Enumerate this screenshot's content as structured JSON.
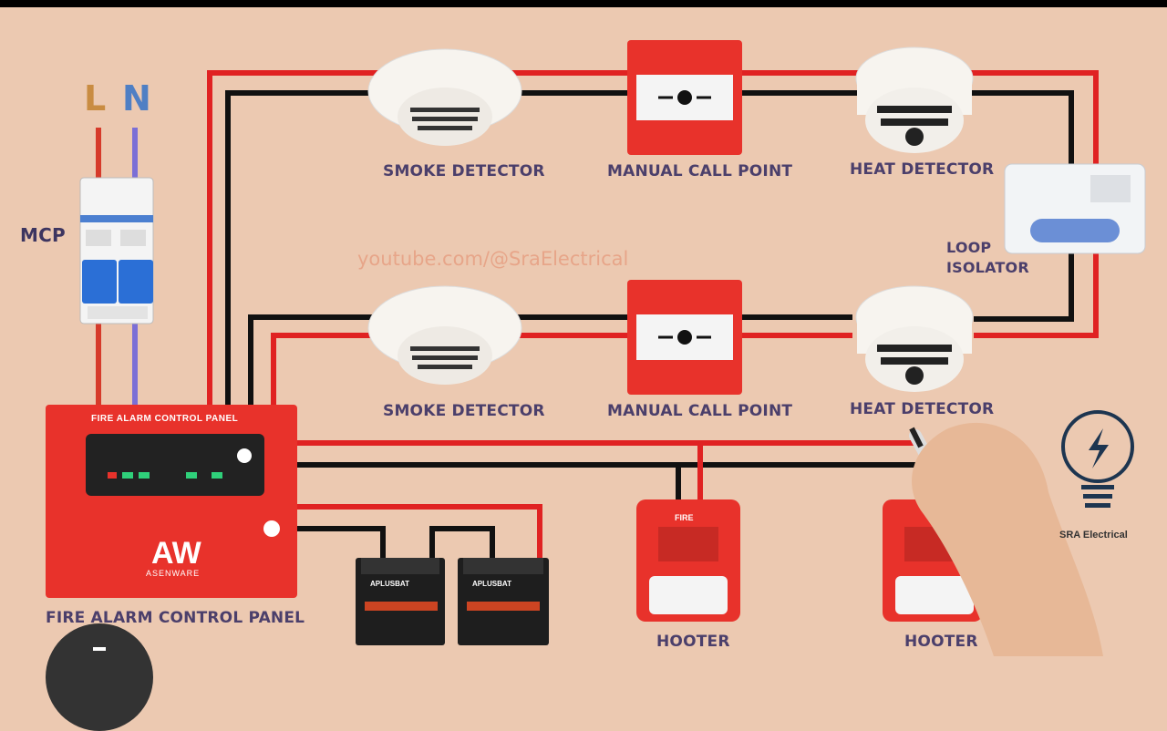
{
  "supply": {
    "live": "L",
    "neutral": "N",
    "breaker": "MCP"
  },
  "watermark": "youtube.com/@SraElectrical",
  "devices": {
    "smoke_detector_1": "SMOKE DETECTOR",
    "manual_call_point_1": "MANUAL CALL POINT",
    "heat_detector_1": "HEAT DETECTOR",
    "loop_isolator_line1": "LOOP",
    "loop_isolator_line2": "ISOLATOR",
    "smoke_detector_2": "SMOKE DETECTOR",
    "manual_call_point_2": "MANUAL CALL POINT",
    "heat_detector_2": "HEAT DETECTOR",
    "hooter_1": "HOOTER",
    "hooter_2": "HOOTER"
  },
  "panel": {
    "label": "FIRE ALARM CONTROL PANEL",
    "faceplate_title": "FIRE ALARM CONTROL PANEL",
    "logo": "AW",
    "brand": "ASENWARE"
  },
  "hooter_face": "FIRE",
  "battery_brand": "APLUSBAT",
  "channel_brand": "SRA Electrical",
  "colors": {
    "background": "#ecc9b1",
    "wire_positive": "#e02222",
    "wire_negative": "#111111",
    "wire_live": "#d63a2a",
    "wire_neutral": "#7b6fd6",
    "label": "#4b3f6b",
    "device_red": "#e8322b"
  }
}
